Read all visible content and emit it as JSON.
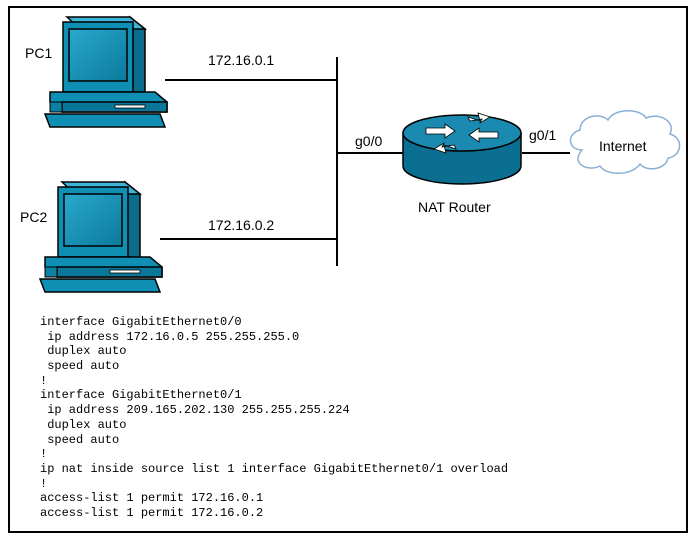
{
  "colors": {
    "pc_fill": "#0e8fb3",
    "router_fill": "#1b8ab0",
    "line": "#000000",
    "cloud_stroke": "#8ab0d6"
  },
  "devices": {
    "pc1": {
      "label": "PC1",
      "ip": "172.16.0.1",
      "icon": "desktop-pc-icon"
    },
    "pc2": {
      "label": "PC2",
      "ip": "172.16.0.2",
      "icon": "desktop-pc-icon"
    },
    "router": {
      "label": "NAT Router",
      "icon": "router-icon"
    },
    "internet": {
      "label": "Internet",
      "icon": "cloud-icon"
    }
  },
  "interfaces": {
    "inside": "g0/0",
    "outside": "g0/1"
  },
  "config_lines": [
    "interface GigabitEthernet0/0",
    " ip address 172.16.0.5 255.255.255.0",
    " duplex auto",
    " speed auto",
    "!",
    "interface GigabitEthernet0/1",
    " ip address 209.165.202.130 255.255.255.224",
    " duplex auto",
    " speed auto",
    "!",
    "ip nat inside source list 1 interface GigabitEthernet0/1 overload",
    "!",
    "access-list 1 permit 172.16.0.1",
    "access-list 1 permit 172.16.0.2"
  ]
}
